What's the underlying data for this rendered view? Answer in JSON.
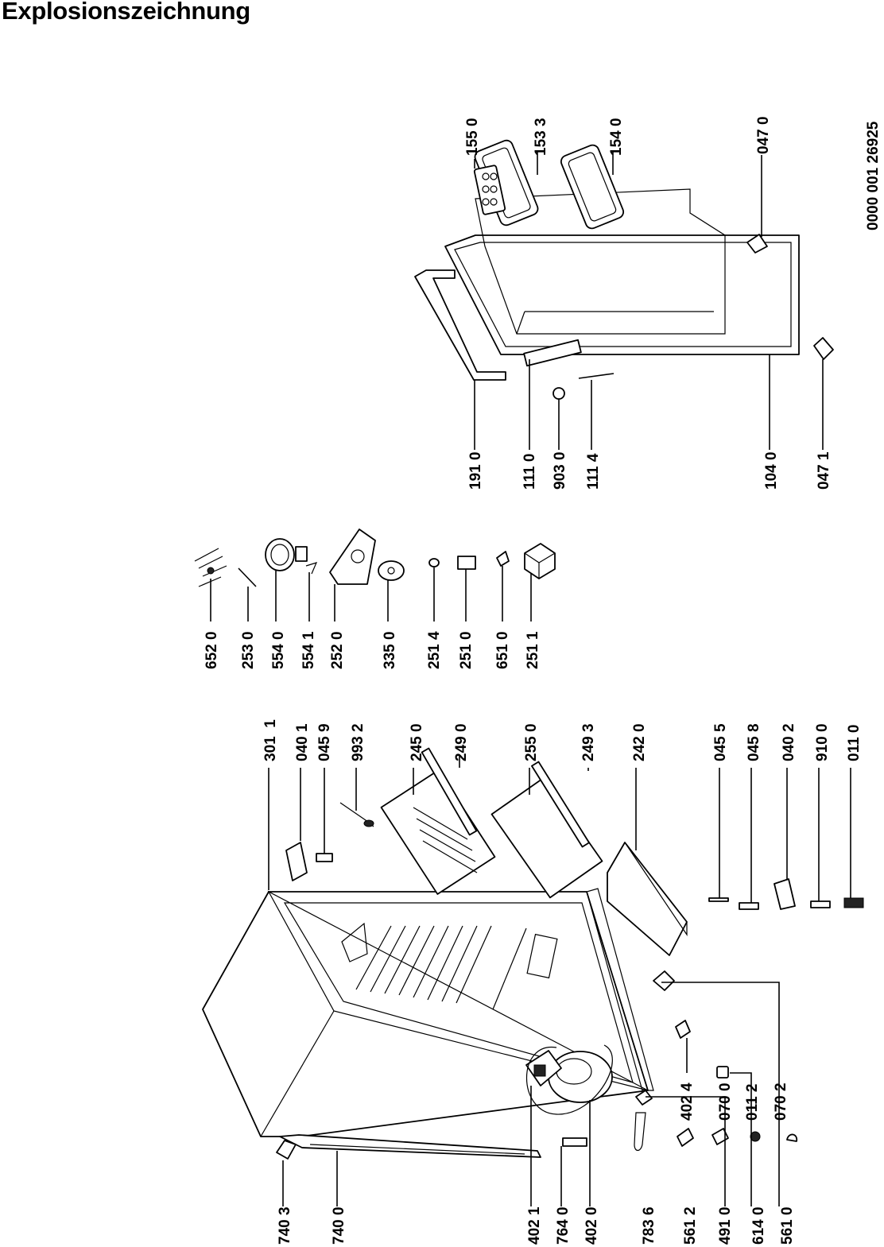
{
  "title": "Explosionszeichnung",
  "drawing_number": "0000 001 26925",
  "part_labels": [
    "155 0",
    "153 3",
    "154 0",
    "047 0",
    "191 0",
    "111 0",
    "903 0",
    "111 4",
    "104 0",
    "047 1",
    "652 0",
    "253 0",
    "554 0",
    "554 1",
    "252 0",
    "335 0",
    "251 4",
    "251 0",
    "651 0",
    "251 1",
    "301  1",
    "040 1",
    "045 9",
    "993 2",
    "245 0",
    "249 0",
    "255 0",
    "249 3",
    "242 0",
    "045 5",
    "045 8",
    "040 2",
    "910 0",
    "011 0",
    "740 3",
    "740 0",
    "402 1",
    "764 0",
    "402 0",
    "783 6",
    "561 2",
    "491 0",
    "614 0",
    "561 0",
    "402 4",
    "070 0",
    "011 2",
    "070 2"
  ]
}
